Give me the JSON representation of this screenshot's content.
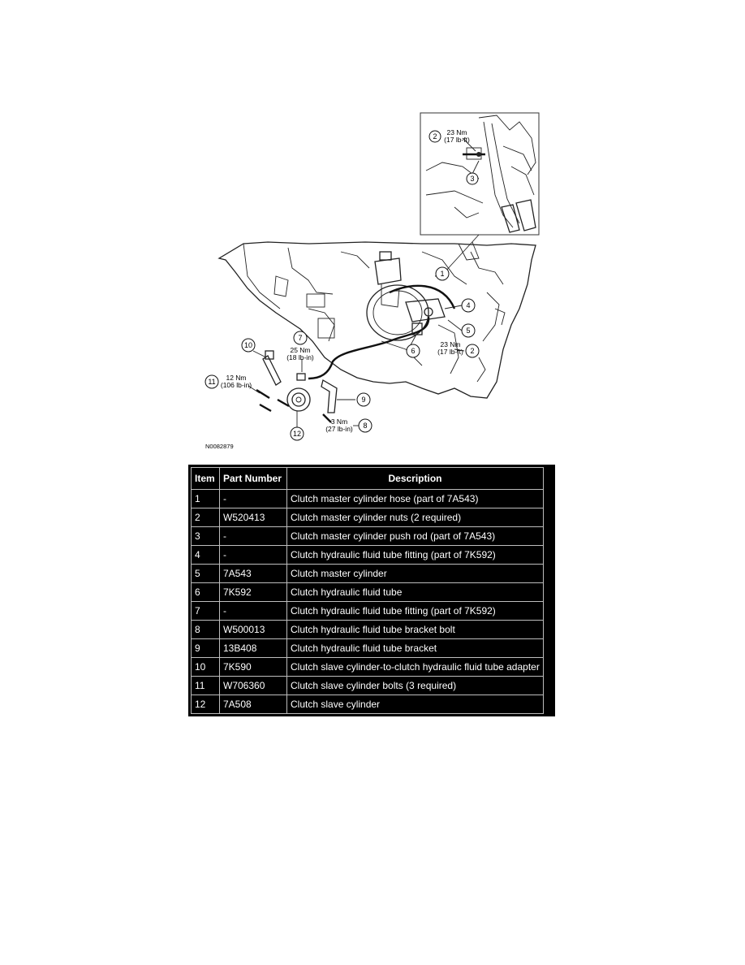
{
  "figure": {
    "id_label": "N0082879",
    "callouts": [
      "1",
      "2",
      "3",
      "4",
      "5",
      "6",
      "7",
      "8",
      "9",
      "10",
      "11",
      "12"
    ],
    "torque_specs": {
      "inset_nm": "23 Nm",
      "inset_lbft": "(17 lb-ft)",
      "main_nm": "23 Nm",
      "main_lbft": "(17 lb-ft)",
      "t7_nm": "25 Nm",
      "t7_lbin": "(18 lb-in)",
      "t11_nm": "12 Nm",
      "t11_lbin": "(106 lb-in)",
      "t8_nm": "3 Nm",
      "t8_lbin": "(27 lb-in)"
    }
  },
  "table": {
    "headers": [
      "Item",
      "Part Number",
      "Description"
    ],
    "rows": [
      [
        "1",
        "-",
        "Clutch master cylinder hose (part of 7A543)"
      ],
      [
        "2",
        "W520413",
        "Clutch master cylinder nuts (2 required)"
      ],
      [
        "3",
        "-",
        "Clutch master cylinder push rod (part of 7A543)"
      ],
      [
        "4",
        "-",
        "Clutch hydraulic fluid tube fitting (part of 7K592)"
      ],
      [
        "5",
        "7A543",
        "Clutch master cylinder"
      ],
      [
        "6",
        "7K592",
        "Clutch hydraulic fluid tube"
      ],
      [
        "7",
        "-",
        "Clutch hydraulic fluid tube fitting (part of 7K592)"
      ],
      [
        "8",
        "W500013",
        "Clutch hydraulic fluid tube bracket bolt"
      ],
      [
        "9",
        "13B408",
        "Clutch hydraulic fluid tube bracket"
      ],
      [
        "10",
        "7K590",
        "Clutch slave cylinder-to-clutch hydraulic fluid tube adapter"
      ],
      [
        "11",
        "W706360",
        "Clutch slave cylinder bolts (3 required)"
      ],
      [
        "12",
        "7A508",
        "Clutch slave cylinder"
      ]
    ]
  }
}
